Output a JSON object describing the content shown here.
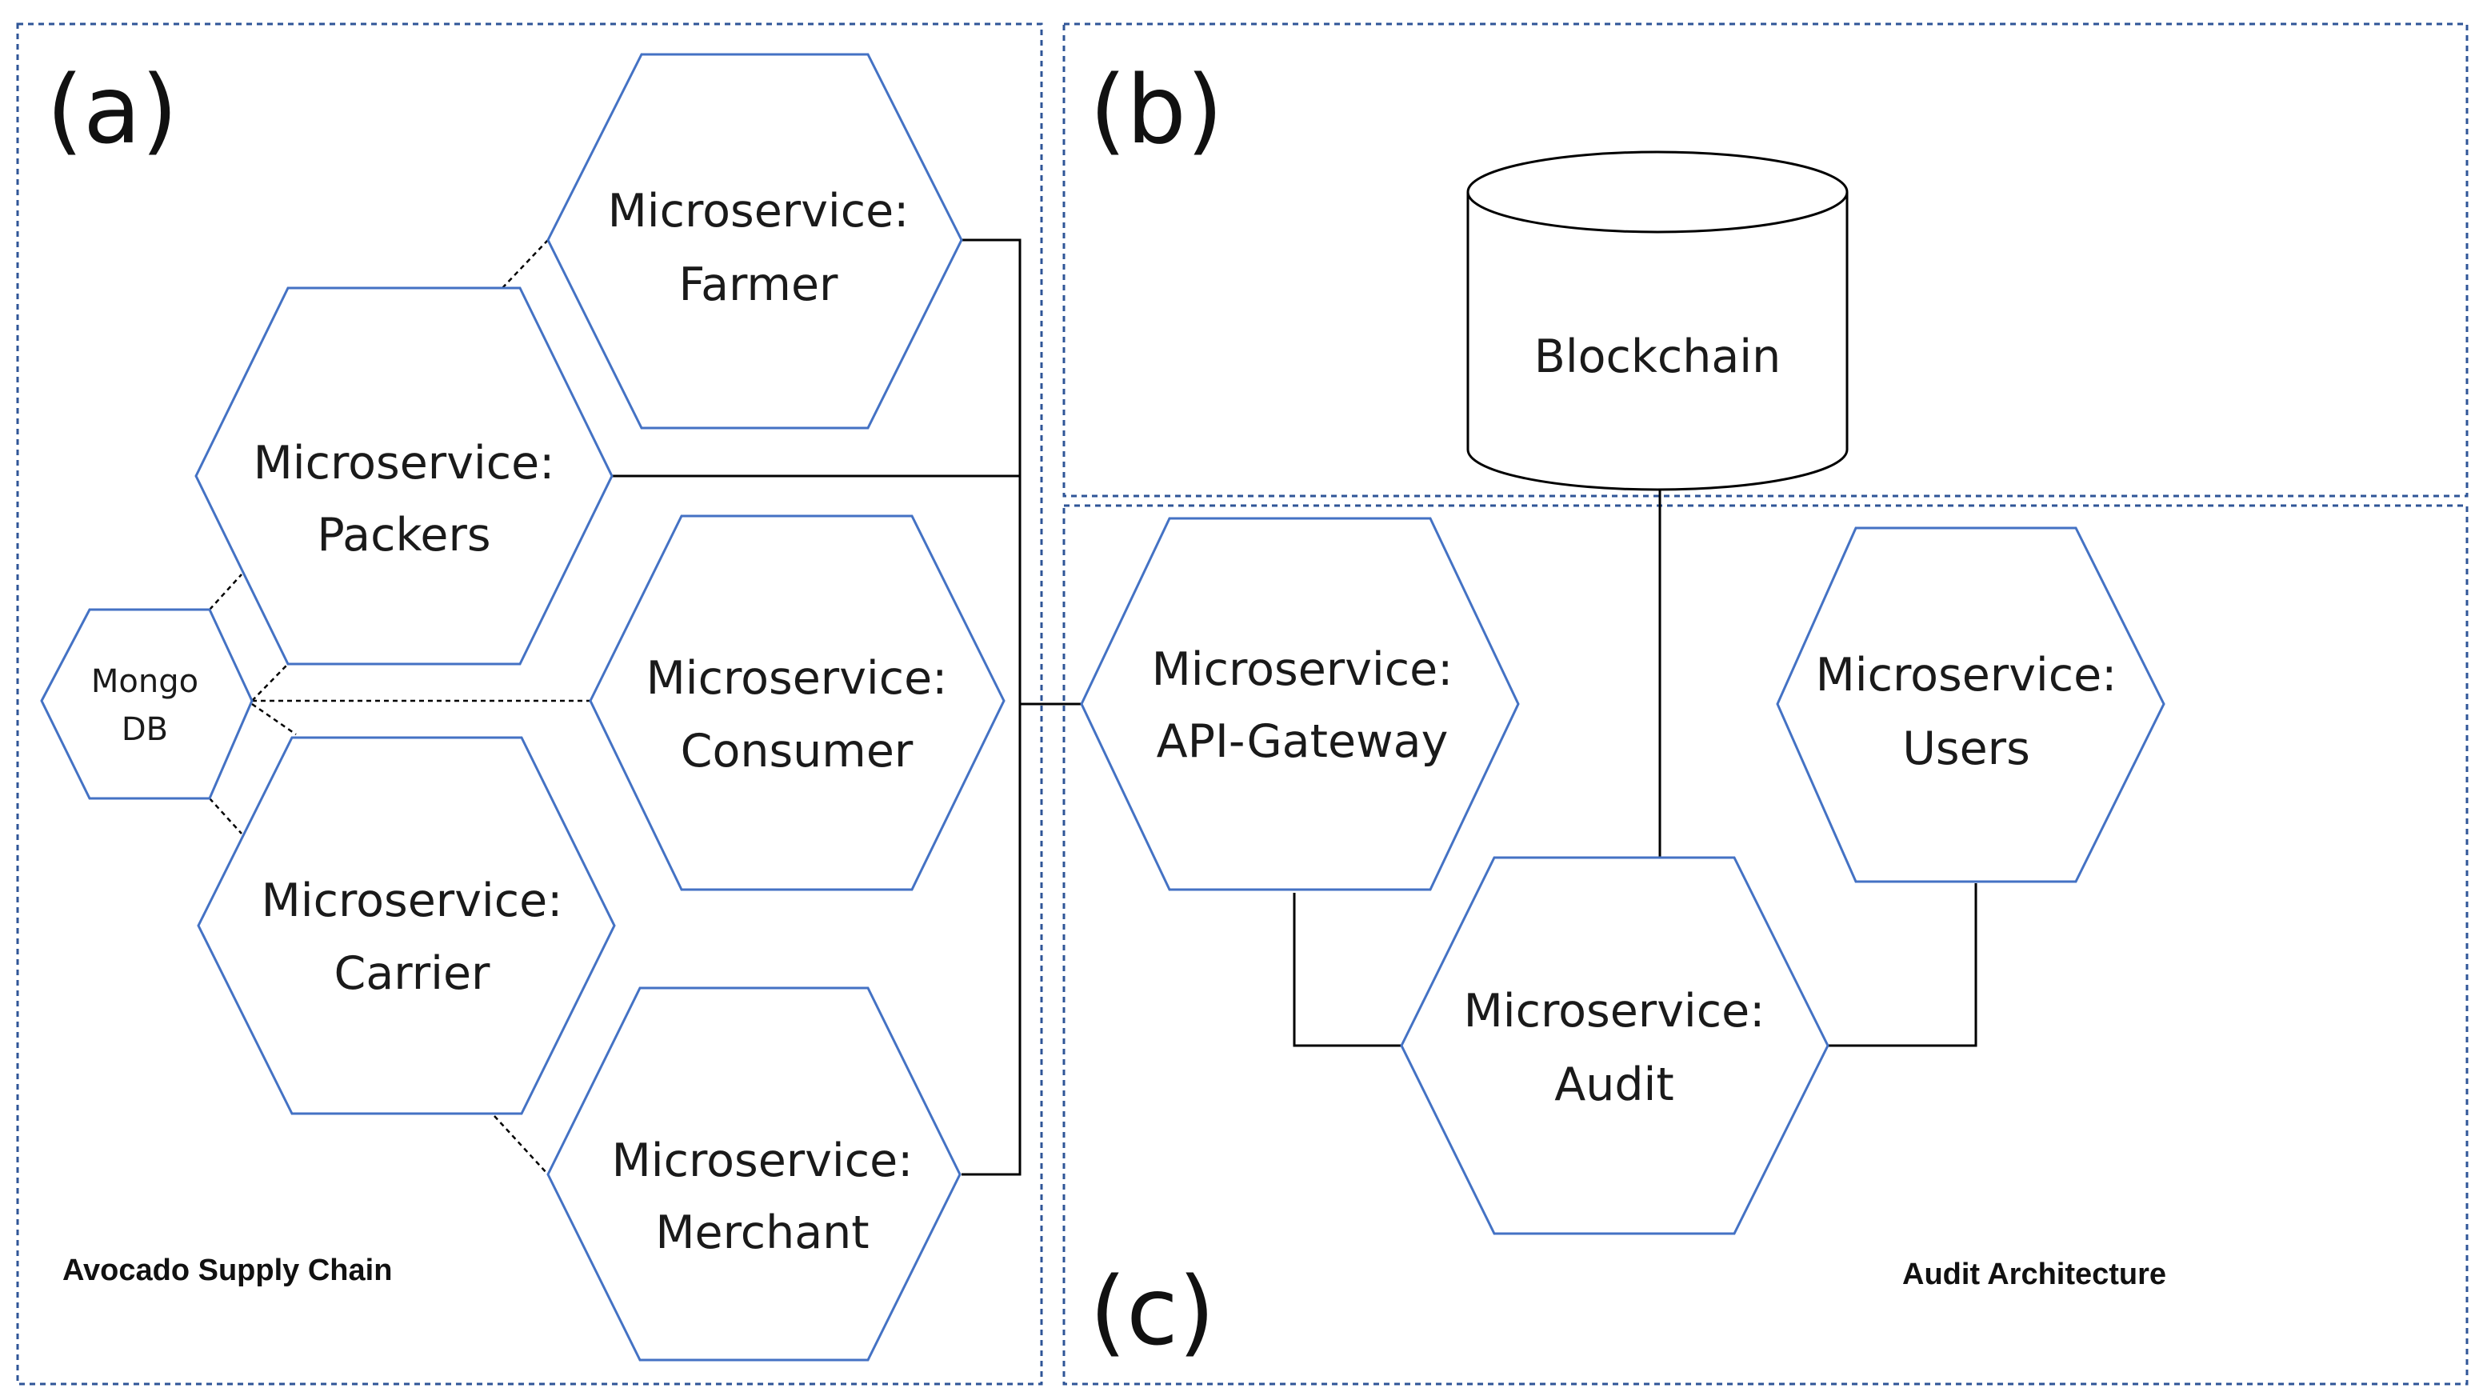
{
  "panels": {
    "a": {
      "tag": "(a)",
      "caption": "Avocado Supply Chain"
    },
    "b": {
      "tag": "(b)"
    },
    "c": {
      "tag": "(c)",
      "caption": "Audit Architecture"
    }
  },
  "database": {
    "line1": "Mongo",
    "line2": "DB"
  },
  "blockchain": {
    "label": "Blockchain"
  },
  "microservices": {
    "farmer": {
      "line1": "Microservice:",
      "line2": "Farmer"
    },
    "packers": {
      "line1": "Microservice:",
      "line2": "Packers"
    },
    "consumer": {
      "line1": "Microservice:",
      "line2": "Consumer"
    },
    "carrier": {
      "line1": "Microservice:",
      "line2": "Carrier"
    },
    "merchant": {
      "line1": "Microservice:",
      "line2": "Merchant"
    },
    "gateway": {
      "line1": "Microservice:",
      "line2": "API-Gateway"
    },
    "users": {
      "line1": "Microservice:",
      "line2": "Users"
    },
    "audit": {
      "line1": "Microservice:",
      "line2": "Audit"
    }
  },
  "colors": {
    "shape_stroke": "#4472c4",
    "panel_border": "#2f5597",
    "connector": "#000000"
  }
}
